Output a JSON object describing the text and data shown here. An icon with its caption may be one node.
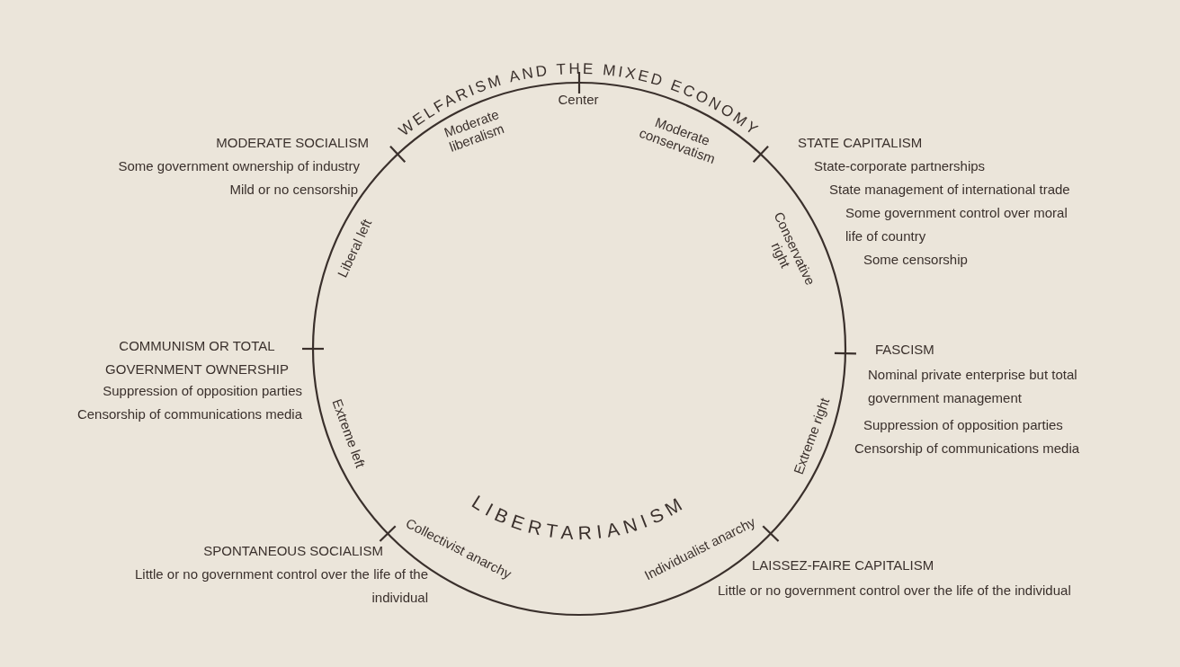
{
  "diagram": {
    "labels": [
      "WELFARISM AND THE MIXED ECONOMY",
      "Center",
      "Moderate liberalism",
      "Moderate conservatism",
      "MODERATE SOCIALISM",
      "Some government ownership of industry",
      "Mild or no censorship",
      "STATE CAPITALISM",
      "State-corporate partnerships",
      "State management of international trade",
      "Some government control over moral life of country",
      "Some censorship",
      "Liberal left",
      "Conservative right",
      "COMMUNISM OR TOTAL GOVERNMENT OWNERSHIP",
      "Suppression of opposition parties",
      "Censorship of communications media",
      "FASCISM",
      "Nominal private enterprise but total government management",
      "Suppression of opposition parties",
      "Censorship of communications media",
      "Extreme left",
      "Extreme right",
      "LIBERTARIANISM",
      "Collectivist anarchy",
      "Individualist anarchy",
      "SPONTANEOUS SOCIALISM",
      "Little or no government control over the life of the individual",
      "LAISSEZ-FAIRE CAPITALISM",
      "Little or no government control over the life of the individual"
    ]
  }
}
